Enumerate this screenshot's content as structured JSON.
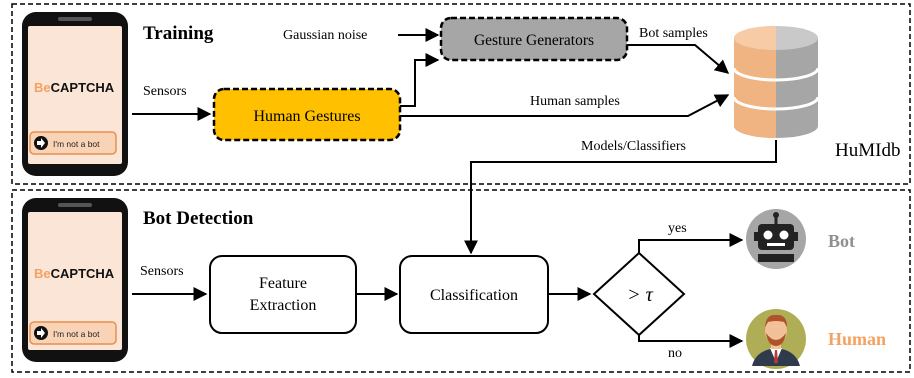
{
  "training": {
    "title": "Training",
    "gaussian_noise": "Gaussian noise",
    "gesture_generators": "Gesture Generators",
    "bot_samples": "Bot samples",
    "sensors": "Sensors",
    "human_gestures": "Human Gestures",
    "human_samples": "Human samples",
    "db_label": "HuMIdb",
    "models_classifiers": "Models/Classifiers"
  },
  "detection": {
    "title": "Bot Detection",
    "sensors": "Sensors",
    "feature_extraction_line1": "Feature",
    "feature_extraction_line2": "Extraction",
    "classification": "Classification",
    "threshold": "> τ",
    "yes": "yes",
    "no": "no",
    "bot": "Bot",
    "human": "Human"
  },
  "phone": {
    "brand_prefix": "Be",
    "brand_suffix": "CAPTCHA",
    "button_label": "I'm not a bot"
  },
  "colors": {
    "human_gestures_fill": "#FFC000",
    "generators_fill": "#A6A6A6",
    "phone_screen": "#FBE5D6",
    "accent_orange": "#F4A261",
    "bot_grey": "#909090",
    "human_orange": "#F4A261"
  }
}
